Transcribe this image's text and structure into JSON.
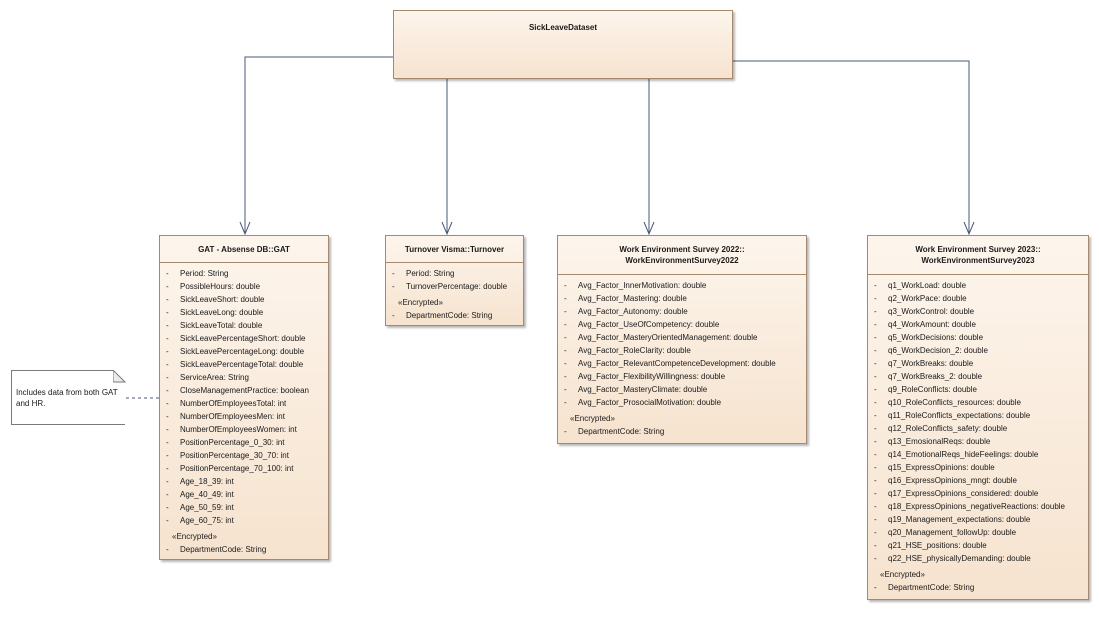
{
  "diagram": {
    "root": {
      "title": "SickLeaveDataset"
    },
    "classes": [
      {
        "title": "GAT - Absense DB::GAT",
        "attributes": [
          {
            "visibility": "-",
            "text": "Period: String"
          },
          {
            "visibility": "-",
            "text": "PossibleHours: double"
          },
          {
            "visibility": "-",
            "text": "SickLeaveShort: double"
          },
          {
            "visibility": "-",
            "text": "SickLeaveLong: double"
          },
          {
            "visibility": "-",
            "text": "SickLeaveTotal: double"
          },
          {
            "visibility": "-",
            "text": "SickLeavePercentageShort: double"
          },
          {
            "visibility": "-",
            "text": "SickLeavePercentageLong: double"
          },
          {
            "visibility": "-",
            "text": "SickLeavePercentageTotal: double"
          },
          {
            "visibility": "-",
            "text": "ServiceArea: String"
          },
          {
            "visibility": "-",
            "text": "CloseManagementPractice: boolean"
          },
          {
            "visibility": "-",
            "text": "NumberOfEmployeesTotal: int"
          },
          {
            "visibility": "-",
            "text": "NumberOfEmployeesMen: int"
          },
          {
            "visibility": "-",
            "text": "NumberOfEmployeesWomen: int"
          },
          {
            "visibility": "-",
            "text": "PositionPercentage_0_30: int"
          },
          {
            "visibility": "-",
            "text": "PositionPercentage_30_70: int"
          },
          {
            "visibility": "-",
            "text": "PositionPercentage_70_100: int"
          },
          {
            "visibility": "-",
            "text": "Age_18_39: int"
          },
          {
            "visibility": "-",
            "text": "Age_40_49: int"
          },
          {
            "visibility": "-",
            "text": "Age_50_59: int"
          },
          {
            "visibility": "-",
            "text": "Age_60_75: int"
          }
        ],
        "stereotype": "«Encrypted»",
        "encrypted": [
          {
            "visibility": "-",
            "text": "DepartmentCode: String"
          }
        ]
      },
      {
        "title": "Turnover Visma::Turnover",
        "attributes": [
          {
            "visibility": "-",
            "text": "Period: String"
          },
          {
            "visibility": "-",
            "text": "TurnoverPercentage: double"
          }
        ],
        "stereotype": "«Encrypted»",
        "encrypted": [
          {
            "visibility": "-",
            "text": "DepartmentCode: String"
          }
        ]
      },
      {
        "title": "Work Environment Survey 2022::\nWorkEnvironmentSurvey2022",
        "attributes": [
          {
            "visibility": "-",
            "text": "Avg_Factor_InnerMotivation: double"
          },
          {
            "visibility": "-",
            "text": "Avg_Factor_Mastering: double"
          },
          {
            "visibility": "-",
            "text": "Avg_Factor_Autonomy: double"
          },
          {
            "visibility": "-",
            "text": "Avg_Factor_UseOfCompetency: double"
          },
          {
            "visibility": "-",
            "text": "Avg_Factor_MasteryOrientedManagement: double"
          },
          {
            "visibility": "-",
            "text": "Avg_Factor_RoleClarity: double"
          },
          {
            "visibility": "-",
            "text": "Avg_Factor_RelevantCompetenceDevelopment: double"
          },
          {
            "visibility": "-",
            "text": "Avg_Factor_FlexibilityWillingness: double"
          },
          {
            "visibility": "-",
            "text": "Avg_Factor_MasteryClimate: double"
          },
          {
            "visibility": "-",
            "text": "Avg_Factor_ProsocialMotivation: double"
          }
        ],
        "stereotype": "«Encrypted»",
        "encrypted": [
          {
            "visibility": "-",
            "text": "DepartmentCode: String"
          }
        ]
      },
      {
        "title": "Work Environment Survey 2023::\nWorkEnvironmentSurvey2023",
        "attributes": [
          {
            "visibility": "-",
            "text": "q1_WorkLoad: double"
          },
          {
            "visibility": "-",
            "text": "q2_WorkPace: double"
          },
          {
            "visibility": "-",
            "text": "q3_WorkControl: double"
          },
          {
            "visibility": "-",
            "text": "q4_WorkAmount: double"
          },
          {
            "visibility": "-",
            "text": "q5_WorkDecisions: double"
          },
          {
            "visibility": "-",
            "text": "q6_WorkDecision_2: double"
          },
          {
            "visibility": "-",
            "text": "q7_WorkBreaks: double"
          },
          {
            "visibility": "-",
            "text": "q7_WorkBreaks_2: double"
          },
          {
            "visibility": "-",
            "text": "q9_RoleConflicts: double"
          },
          {
            "visibility": "-",
            "text": "q10_RoleConflicts_resources: double"
          },
          {
            "visibility": "-",
            "text": "q11_RoleConflicts_expectations: double"
          },
          {
            "visibility": "-",
            "text": "q12_RoleConflicts_safety: double"
          },
          {
            "visibility": "-",
            "text": "q13_EmosionalReqs: double"
          },
          {
            "visibility": "-",
            "text": "q14_EmotionalReqs_hideFeelings: double"
          },
          {
            "visibility": "-",
            "text": "q15_ExpressOpinions: double"
          },
          {
            "visibility": "-",
            "text": "q16_ExpressOpinions_mngt: double"
          },
          {
            "visibility": "-",
            "text": "q17_ExpressOpinions_considered: double"
          },
          {
            "visibility": "-",
            "text": "q18_ExpressOpinions_negativeReactions: double"
          },
          {
            "visibility": "-",
            "text": "q19_Management_expectations: double"
          },
          {
            "visibility": "-",
            "text": "q20_Management_followUp: double"
          },
          {
            "visibility": "-",
            "text": "q21_HSE_positions: double"
          },
          {
            "visibility": "-",
            "text": "q22_HSE_physicallyDemanding: double"
          }
        ],
        "stereotype": "«Encrypted»",
        "encrypted": [
          {
            "visibility": "-",
            "text": "DepartmentCode: String"
          }
        ]
      }
    ],
    "note": {
      "text": "Includes data from both GAT and HR."
    }
  }
}
